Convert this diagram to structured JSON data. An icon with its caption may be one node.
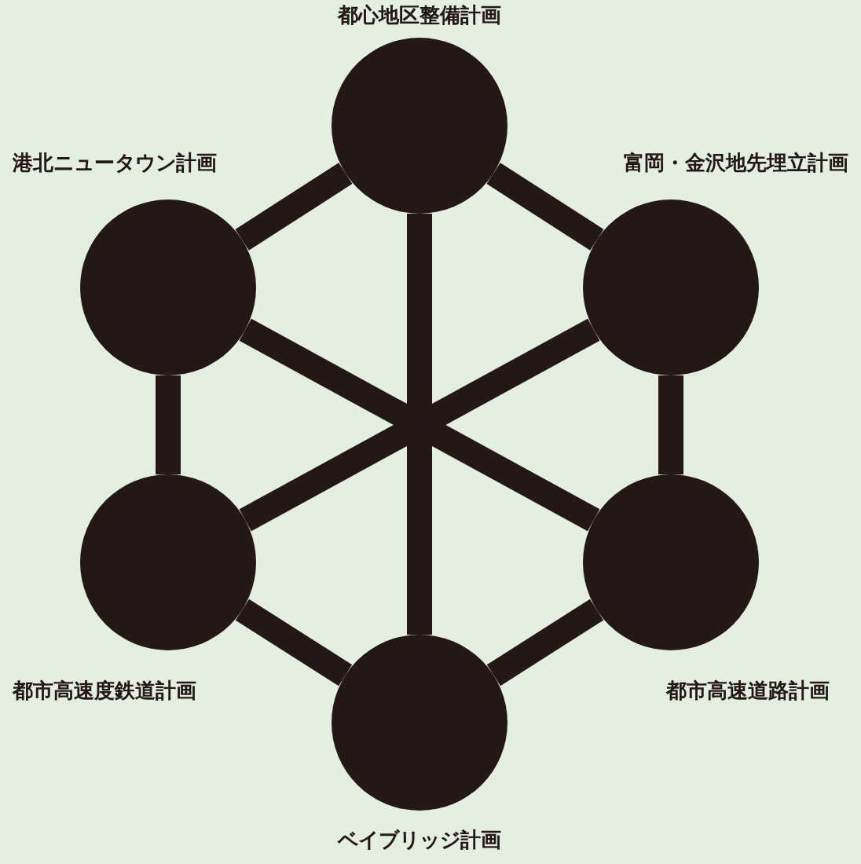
{
  "diagram": {
    "nodes": [
      {
        "text": [
          "都心地区整備計画"
        ]
      },
      {
        "text": [
          "港北ニュータウン計画"
        ]
      },
      {
        "text": [
          "富岡・金沢地先埋立計画"
        ]
      },
      {
        "text": [
          "都市高速度鉄道計画"
        ]
      },
      {
        "text": [
          "都市高速道路計画"
        ]
      },
      {
        "text": [
          "ベイブリッジ計画"
        ]
      }
    ],
    "edges": [
      {
        "from": 0,
        "to": 1,
        "arrow": "none"
      },
      {
        "from": 0,
        "to": 2,
        "arrow": "none"
      },
      {
        "from": 1,
        "to": 3,
        "arrow": "none"
      },
      {
        "from": 2,
        "to": 4,
        "arrow": "none"
      },
      {
        "from": 3,
        "to": 5,
        "arrow": "none"
      },
      {
        "from": 4,
        "to": 5,
        "arrow": "none"
      },
      {
        "from": 0,
        "to": 5,
        "arrow": "none"
      },
      {
        "from": 1,
        "to": 4,
        "arrow": "none"
      },
      {
        "from": 2,
        "to": 3,
        "arrow": "none"
      }
    ]
  }
}
